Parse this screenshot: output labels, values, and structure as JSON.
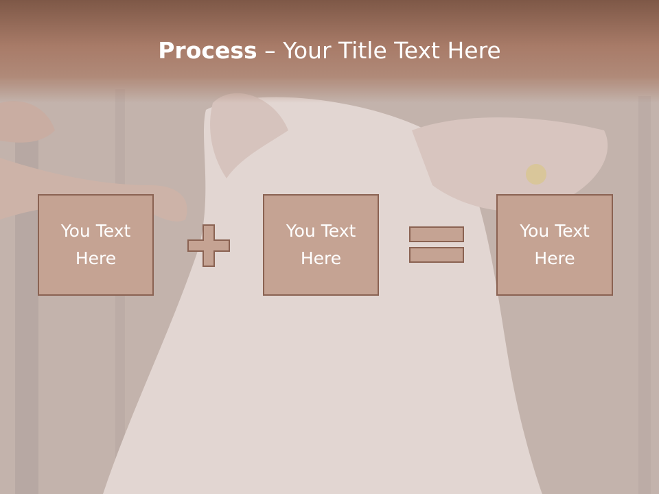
{
  "slide": {
    "title_bold": "Process",
    "title_rest": " – Your Title Text Here"
  },
  "boxes": [
    {
      "text": "You Text\nHere"
    },
    {
      "text": "You Text\nHere"
    },
    {
      "text": "You Text\nHere"
    }
  ],
  "operators": [
    "plus-icon",
    "equals-icon"
  ],
  "colors": {
    "title_band": "#a87b68",
    "box_fill": "#c5a393",
    "box_border": "#8a6252",
    "text": "#ffffff"
  }
}
